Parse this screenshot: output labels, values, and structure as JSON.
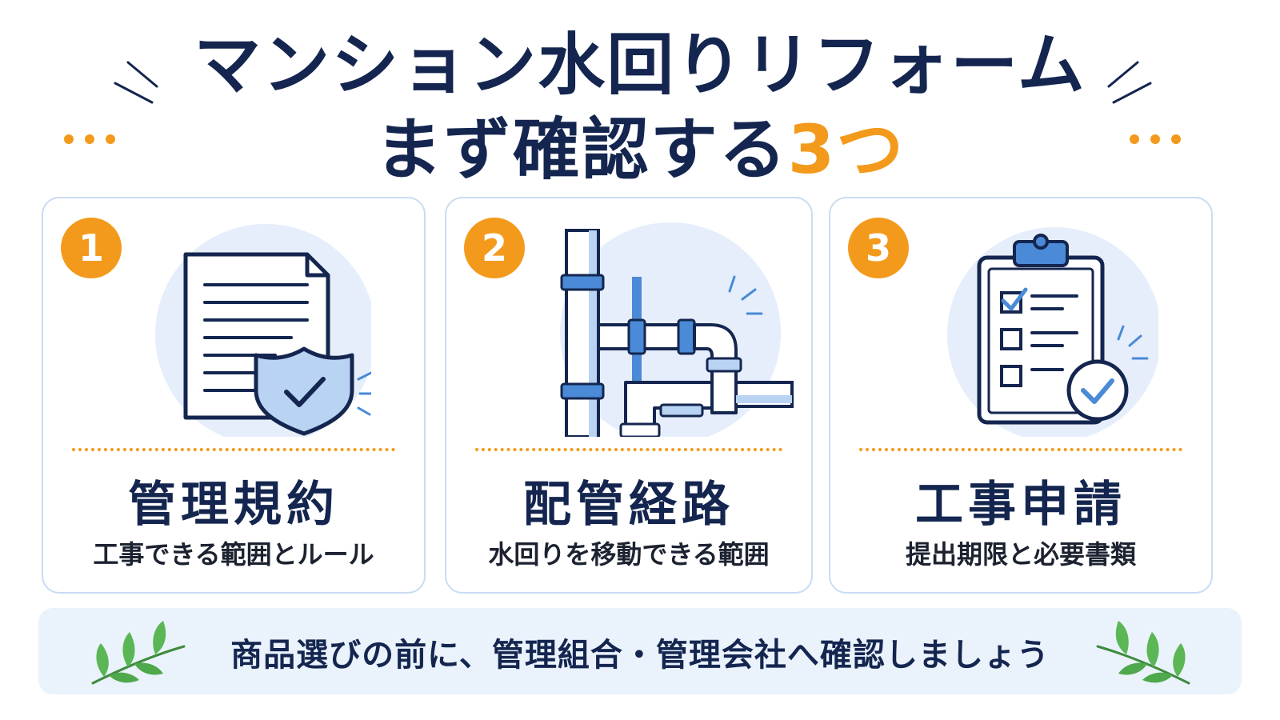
{
  "title": {
    "line1": "マンション水回りリフォーム",
    "line2_prefix": "まず確認する",
    "line2_accent": "3つ"
  },
  "colors": {
    "navy": "#14264f",
    "orange": "#f39a1c",
    "light_blue": "#eaf2fc",
    "border_blue": "#c8dcf2",
    "accent_blue": "#4a8ad6",
    "leaf_green": "#4fa84b"
  },
  "cards": [
    {
      "number": "1",
      "title": "管理規約",
      "subtitle": "工事できる範囲とルール",
      "icon": "document-shield-icon"
    },
    {
      "number": "2",
      "title": "配管経路",
      "subtitle": "水回りを移動できる範囲",
      "icon": "pipes-icon"
    },
    {
      "number": "3",
      "title": "工事申請",
      "subtitle": "提出期限と必要書類",
      "icon": "clipboard-checklist-icon"
    }
  ],
  "footer": {
    "text": "商品選びの前に、管理組合・管理会社へ確認しましょう",
    "icon_left": "leaf-branch-icon",
    "icon_right": "leaf-branch-icon"
  }
}
